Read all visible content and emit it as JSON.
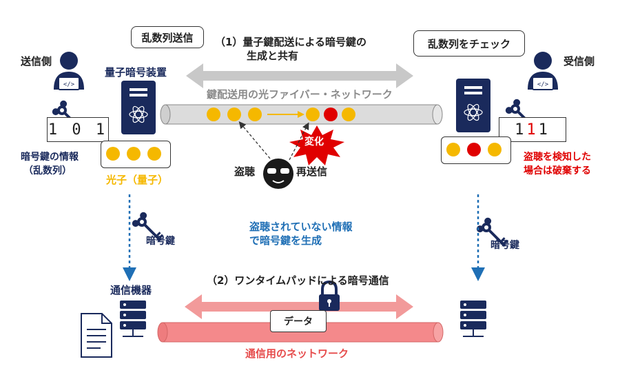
{
  "top_label": {
    "line1": "（1）量子鍵配送による暗号鍵の",
    "line2": "生成と共有"
  },
  "fiber_label": "鍵配送用の光ファイバー・ネットワーク",
  "sender": {
    "role": "送信側",
    "device": "量子暗号装置",
    "bubble": "乱数列送信",
    "bits": "1 0 1",
    "key_info_line1": "暗号鍵の情報",
    "key_info_line2": "（乱数列）",
    "photon_label": "光子（量子）",
    "key_label": "暗号鍵",
    "comm_device": "通信機器"
  },
  "receiver": {
    "role": "受信側",
    "bubble": "乱数列をチェック",
    "bits_prefix": "1",
    "bits_changed": "1",
    "bits_suffix": "1",
    "note_line1": "盗聴を検知した",
    "note_line2": "場合は破棄する",
    "key_label": "暗号鍵"
  },
  "eavesdrop": {
    "label": "盗聴",
    "resend": "再送信",
    "change": "変化"
  },
  "middle_note": {
    "line1": "盗聴されていない情報",
    "line2": "で暗号鍵を生成"
  },
  "bottom_label": "（2）ワンタイムパッドによる暗号通信",
  "data_label": "データ",
  "network_label": "通信用のネットワーク",
  "colors": {
    "photon": "#f5b800",
    "changed": "#e00000",
    "accent_blue": "#1f6fb5",
    "navy": "#1a2a5c",
    "pipe_gray": "#d9d9d9",
    "pipe_red": "#f28b8b"
  }
}
